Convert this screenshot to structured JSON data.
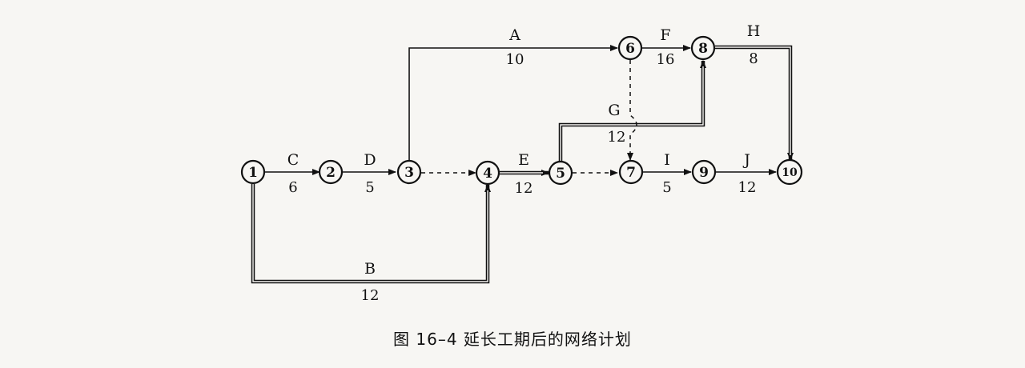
{
  "caption": "图 16–4   延长工期后的网络计划",
  "nodes": [
    {
      "id": "1",
      "label": "1"
    },
    {
      "id": "2",
      "label": "2"
    },
    {
      "id": "3",
      "label": "3"
    },
    {
      "id": "4",
      "label": "4"
    },
    {
      "id": "5",
      "label": "5"
    },
    {
      "id": "6",
      "label": "6"
    },
    {
      "id": "7",
      "label": "7"
    },
    {
      "id": "8",
      "label": "8"
    },
    {
      "id": "9",
      "label": "9"
    },
    {
      "id": "10",
      "label": "10"
    }
  ],
  "activities": [
    {
      "id": "C",
      "label": "C",
      "duration": "6",
      "from": "1",
      "to": "2",
      "critical": false
    },
    {
      "id": "D",
      "label": "D",
      "duration": "5",
      "from": "2",
      "to": "3",
      "critical": false
    },
    {
      "id": "A",
      "label": "A",
      "duration": "10",
      "from": "3",
      "to": "6",
      "critical": false
    },
    {
      "id": "F",
      "label": "F",
      "duration": "16",
      "from": "6",
      "to": "8",
      "critical": false
    },
    {
      "id": "H",
      "label": "H",
      "duration": "8",
      "from": "8",
      "to": "10",
      "critical": true
    },
    {
      "id": "B",
      "label": "B",
      "duration": "12",
      "from": "1",
      "to": "4",
      "critical": true
    },
    {
      "id": "E",
      "label": "E",
      "duration": "12",
      "from": "4",
      "to": "5",
      "critical": true
    },
    {
      "id": "G",
      "label": "G",
      "duration": "12",
      "from": "5",
      "to": "8",
      "critical": true
    },
    {
      "id": "I",
      "label": "I",
      "duration": "5",
      "from": "7",
      "to": "9",
      "critical": false
    },
    {
      "id": "J",
      "label": "J",
      "duration": "12",
      "from": "9",
      "to": "10",
      "critical": false
    }
  ],
  "dummies": [
    {
      "from": "3",
      "to": "4"
    },
    {
      "from": "5",
      "to": "7"
    },
    {
      "from": "6",
      "to": "7"
    }
  ]
}
